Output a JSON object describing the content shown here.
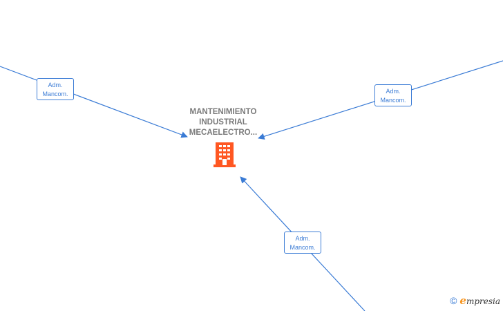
{
  "company": {
    "name_lines": [
      "MANTENIMIENTO",
      "INDUSTRIAL",
      "MECAELECTRO..."
    ],
    "icon": "building-icon",
    "icon_color": "#ff5722"
  },
  "edges": [
    {
      "label_line1": "Adm.",
      "label_line2": "Mancom."
    },
    {
      "label_line1": "Adm.",
      "label_line2": "Mancom."
    },
    {
      "label_line1": "Adm.",
      "label_line2": "Mancom."
    }
  ],
  "colors": {
    "edge": "#3a7bd5",
    "label_text": "#3a7bd5",
    "title_text": "#7a7a7a"
  },
  "footer": {
    "copyright_symbol": "©",
    "brand_initial": "e",
    "brand_rest": "mpresia"
  }
}
